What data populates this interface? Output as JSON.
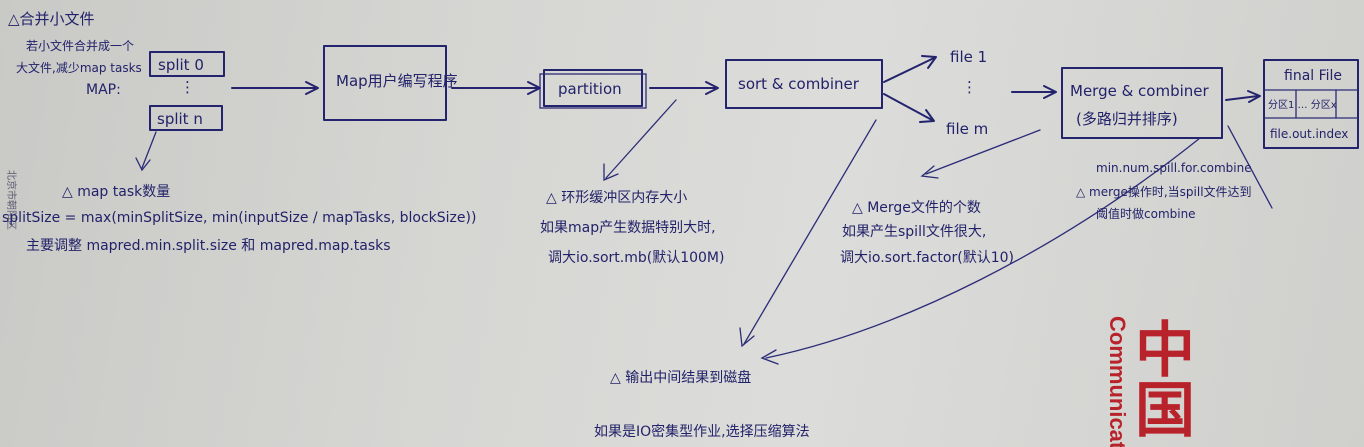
{
  "header": {
    "title": "△合并小文件",
    "note_line1": "若小文件合并成一个",
    "note_line2": "大文件,减少map tasks",
    "note_line3": "MAP:"
  },
  "nodes": {
    "split_0": "split 0",
    "split_dots": "⋮",
    "split_n": "split n",
    "map_program": "Map用户编写程序",
    "partition": "partition",
    "sort_combiner": "sort & combiner",
    "file_1": "file 1",
    "file_dots": "⋮",
    "file_m": "file m",
    "merge_line1": "Merge & combiner",
    "merge_line2": "(多路归并排序)",
    "final_title": "final File",
    "final_cells": "分区1 … 分区x",
    "final_index": "file.out.index"
  },
  "notes": {
    "map_task_title": "△ map task数量",
    "map_task_formula": "splitSize = max(minSplitSize, min(inputSize / mapTasks, blockSize))",
    "map_task_tip": "主要调整 mapred.min.split.size 和 mapred.map.tasks",
    "buffer_title": "△ 环形缓冲区内存大小",
    "buffer_line1": "如果map产生数据特别大时,",
    "buffer_line2": "调大io.sort.mb(默认100M)",
    "merge_title": "△ Merge文件的个数",
    "merge_line1": "如果产生spill文件很大,",
    "merge_line2": "调大io.sort.factor(默认10)",
    "combine_line1": "min.num.spill.for.combine",
    "combine_line2": "△ merge操作时,当spill文件达到",
    "combine_line3": "阈值时做combine",
    "compress_title": "△ 输出中间结果到磁盘",
    "compress_line1": "如果是IO密集型作业,选择压缩算法"
  },
  "margin": {
    "left_strip": "北京市朝阳区"
  },
  "stamp": {
    "chars": "中国",
    "word": "Communicat",
    "color": "#b8232b"
  },
  "colors": {
    "ink": "#23236e",
    "paper": "#d6d6d3"
  }
}
